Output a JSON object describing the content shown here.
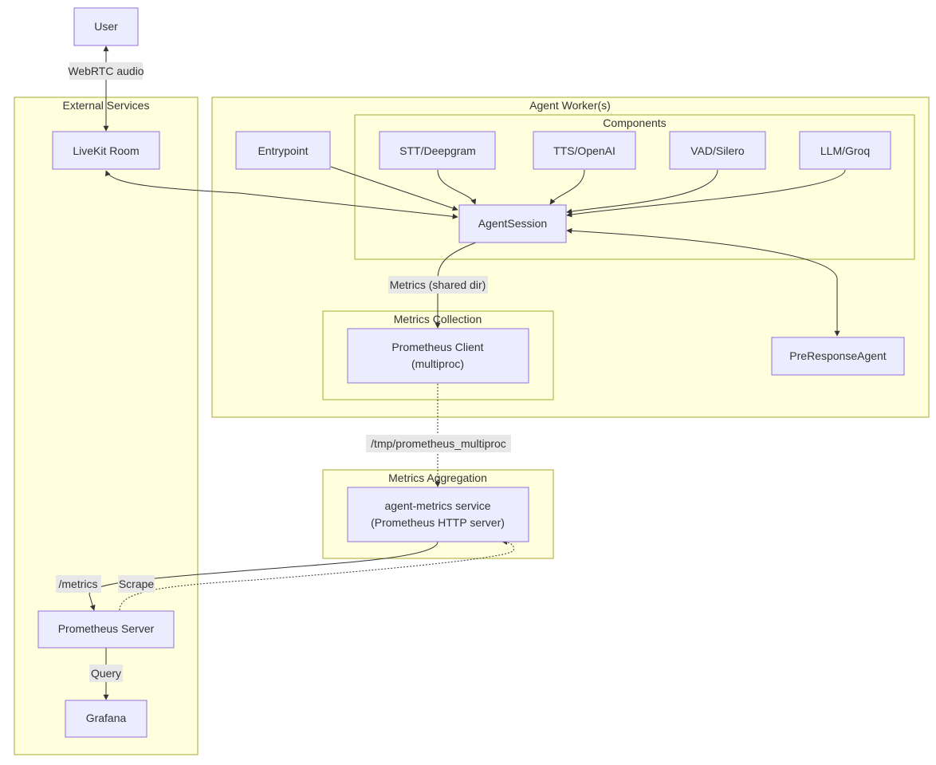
{
  "clusters": {
    "external": "External Services",
    "worker": "Agent Worker(s)",
    "components": "Components",
    "metrics_collection": "Metrics Collection",
    "metrics_aggregation": "Metrics Aggregation"
  },
  "nodes": {
    "user": "User",
    "livekit": "LiveKit Room",
    "entrypoint": "Entrypoint",
    "stt": "STT/Deepgram",
    "tts": "TTS/OpenAI",
    "vad": "VAD/Silero",
    "llm": "LLM/Groq",
    "agent_session": "AgentSession",
    "prom_client_l1": "Prometheus Client",
    "prom_client_l2": "(multiproc)",
    "pre_response": "PreResponseAgent",
    "agent_metrics_l1": "agent-metrics service",
    "agent_metrics_l2": "(Prometheus HTTP server)",
    "prom_server": "Prometheus Server",
    "grafana": "Grafana"
  },
  "edge_labels": {
    "webrtc": "WebRTC audio",
    "shared_dir": "Metrics (shared dir)",
    "tmp_dir": "/tmp/prometheus_multiproc",
    "metrics_path": "/metrics",
    "scrape": "Scrape",
    "query": "Query"
  }
}
